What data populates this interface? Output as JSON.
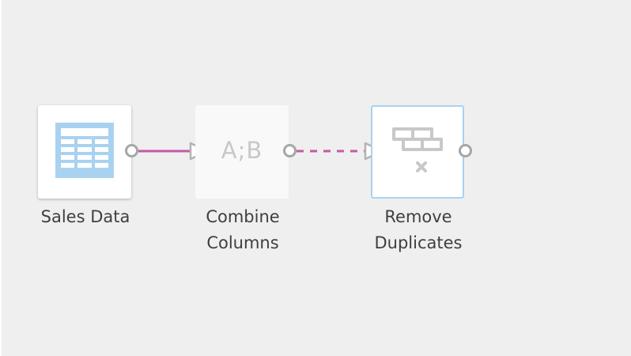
{
  "workflow": {
    "nodes": [
      {
        "id": "sales-data",
        "caption": [
          "Sales Data"
        ],
        "icon": "table-icon"
      },
      {
        "id": "combine-columns",
        "caption": [
          "Combine",
          "Columns"
        ],
        "icon_text": "A;B",
        "icon": "combine-columns-icon"
      },
      {
        "id": "remove-duplicates",
        "caption": [
          "Remove",
          "Duplicates"
        ],
        "icon": "remove-duplicates-icon"
      }
    ],
    "links": [
      {
        "from": "sales-data",
        "to": "combine-columns",
        "style": "solid"
      },
      {
        "from": "combine-columns",
        "to": "remove-duplicates",
        "style": "dashed"
      }
    ]
  },
  "colors": {
    "canvas": "#efefef",
    "link": "#c45aa8",
    "arrow": "#b3b3b3",
    "port": "#a6a6a6",
    "selected_border": "#a9d2f0",
    "table_icon": "#a9d2f0",
    "inactive_icon": "#c8c8c8",
    "caption_text": "#3f3f3f"
  }
}
